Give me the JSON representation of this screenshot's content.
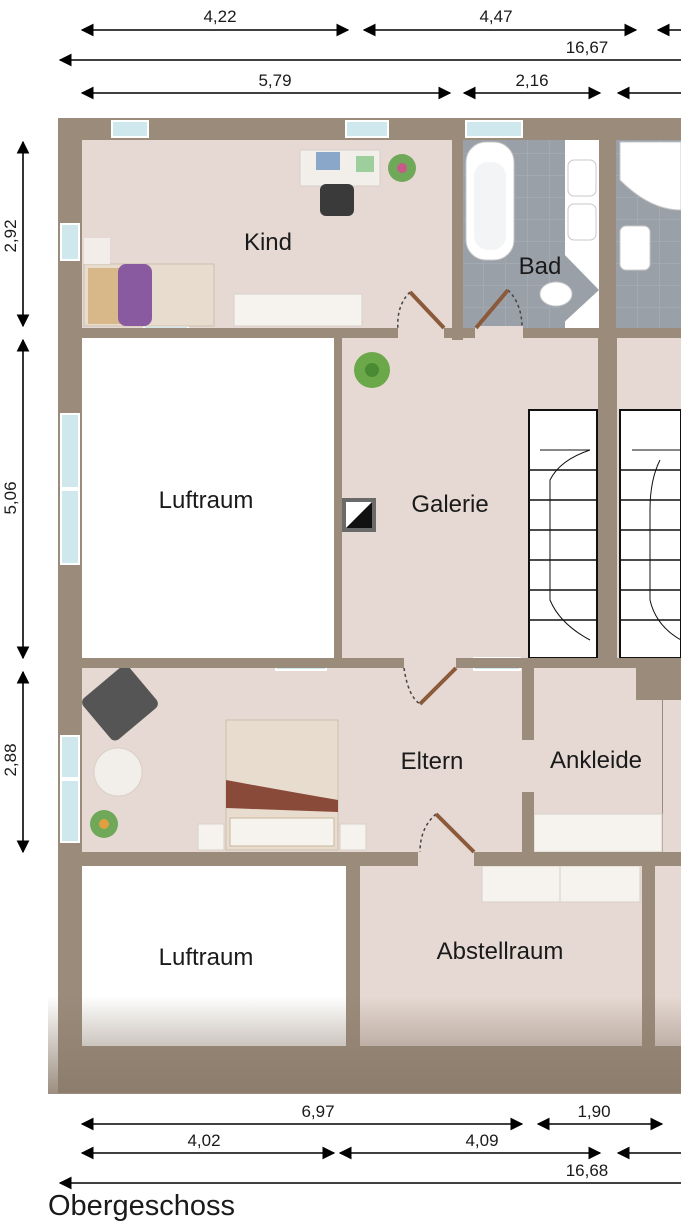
{
  "title": "Obergeschoss",
  "rooms": {
    "kind": "Kind",
    "bad": "Bad",
    "luftraum_top": "Luftraum",
    "galerie": "Galerie",
    "eltern": "Eltern",
    "ankleide": "Ankleide",
    "luftraum_bottom": "Luftraum",
    "abstellraum": "Abstellraum"
  },
  "dimensions": {
    "top_row1_a": "4,22",
    "top_row1_b": "4,47",
    "top_row2_total": "16,67",
    "top_row3_a": "5,79",
    "top_row3_b": "2,16",
    "left_a": "2,92",
    "left_b": "5,06",
    "left_c": "2,88",
    "bottom_row1_a": "6,97",
    "bottom_row1_b": "1,90",
    "bottom_row2_a": "4,02",
    "bottom_row2_b": "4,09",
    "bottom_row3_total": "16,68"
  },
  "colors": {
    "wall": "#9a8b7b",
    "floor": "#e6d9d3",
    "tile": "#9ea4ab",
    "void": "#ffffff",
    "window": "#cfe8ee"
  }
}
